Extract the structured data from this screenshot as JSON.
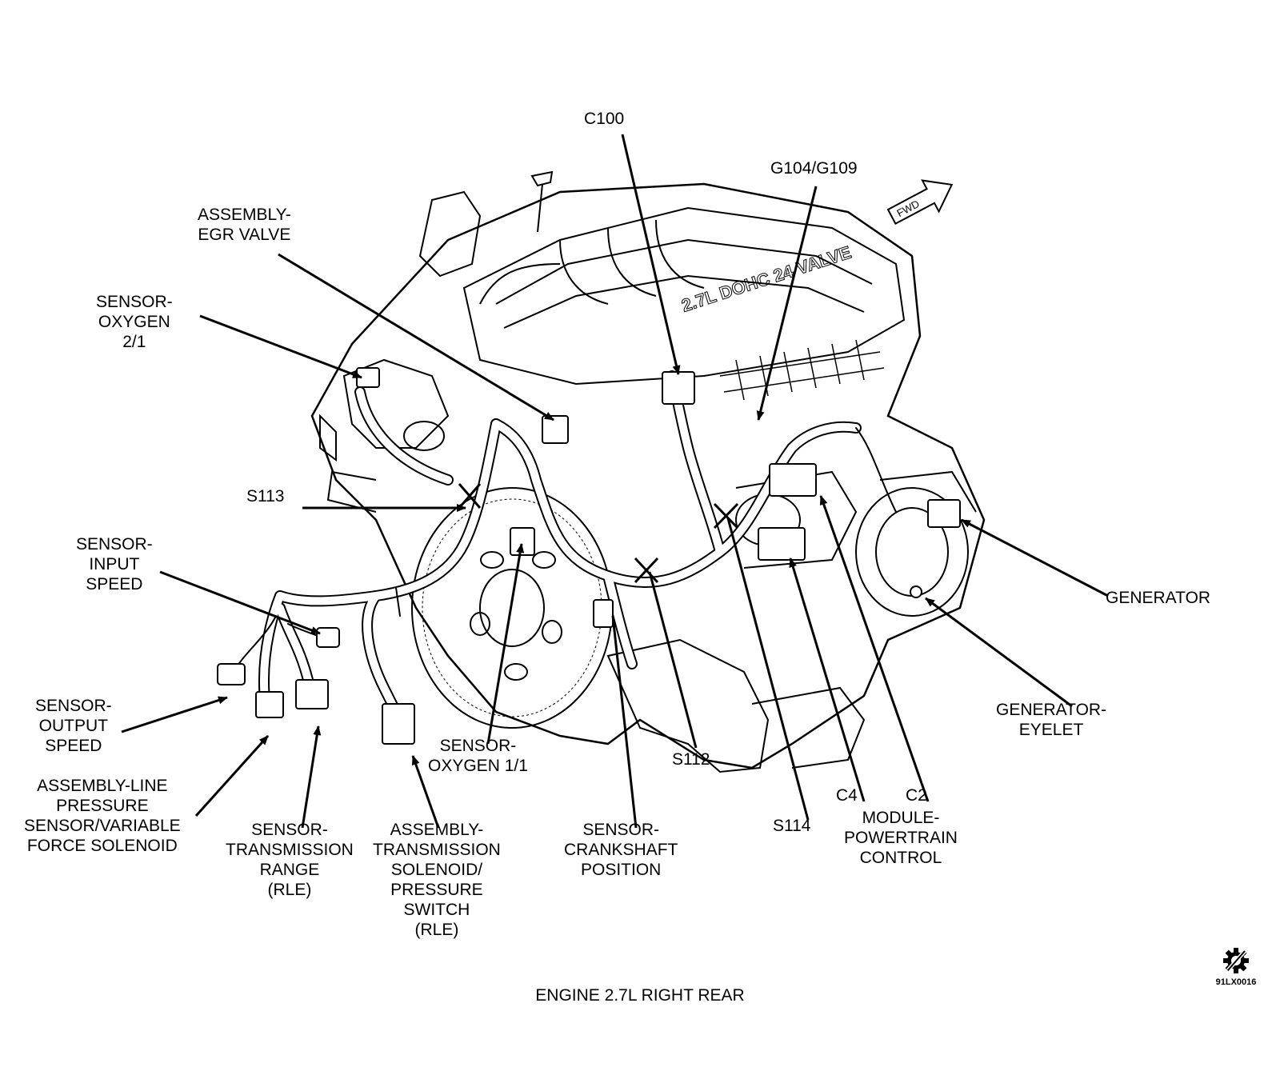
{
  "labels": {
    "c100": [
      "C100"
    ],
    "g104": [
      "G104/G109"
    ],
    "egr": [
      "ASSEMBLY-",
      "EGR VALVE"
    ],
    "o2_21": [
      "SENSOR-",
      "OXYGEN",
      "2/1"
    ],
    "s113": [
      "S113"
    ],
    "input_speed": [
      "SENSOR-",
      "INPUT",
      "SPEED"
    ],
    "output_speed": [
      "SENSOR-",
      "OUTPUT",
      "SPEED"
    ],
    "line_pressure": [
      "ASSEMBLY-LINE",
      "PRESSURE",
      "SENSOR/VARIABLE",
      "FORCE SOLENOID"
    ],
    "trans_range": [
      "SENSOR-",
      "TRANSMISSION",
      "RANGE",
      "(RLE)"
    ],
    "trans_solenoid": [
      "ASSEMBLY-",
      "TRANSMISSION",
      "SOLENOID/",
      "PRESSURE",
      "SWITCH",
      "(RLE)"
    ],
    "o2_11": [
      "SENSOR-",
      "OXYGEN 1/1"
    ],
    "crank": [
      "SENSOR-",
      "CRANKSHAFT",
      "POSITION"
    ],
    "s112": [
      "S112"
    ],
    "s114": [
      "S114"
    ],
    "c4": [
      "C4"
    ],
    "c2": [
      "C2"
    ],
    "pcm": [
      "MODULE-",
      "POWERTRAIN",
      "CONTROL"
    ],
    "generator": [
      "GENERATOR"
    ],
    "gen_eyelet": [
      "GENERATOR-",
      "EYELET"
    ]
  },
  "fwd": "FWD",
  "engine_text": "2.7L DOHC 24 VALVE",
  "caption": "ENGINE 2.7L RIGHT REAR",
  "figure_code": "91LX0016",
  "icons": {
    "service": "gear-slash-icon"
  }
}
